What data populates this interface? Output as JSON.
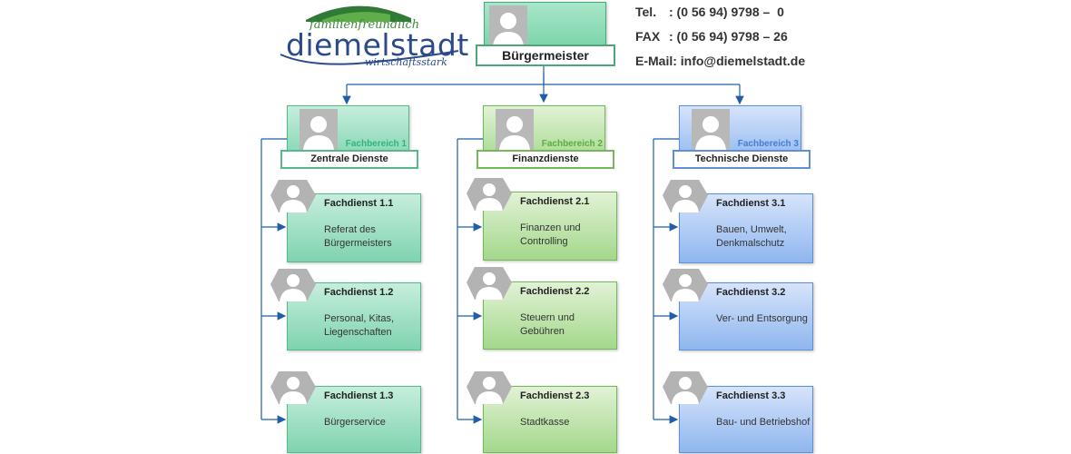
{
  "logo": {
    "top_text": "familienfreundlich",
    "main_text": "diemelstadt",
    "sub_text": "wirtschaftsstark"
  },
  "contact": {
    "tel_label": "Tel.",
    "tel_value": ": (0 56 94) 9798 –  0",
    "fax_label": "FAX",
    "fax_value": ": (0 56 94) 9798 – 26",
    "email_label": "E-Mail:",
    "email_value": "info@diemelstadt.de"
  },
  "mayor": {
    "title": "Bürgermeister"
  },
  "departments": [
    {
      "label": "Fachbereich 1",
      "title": "Zentrale Dienste",
      "label_color": "#2fb57a",
      "services": [
        {
          "head": "Fachdienst 1.1",
          "body": "Referat des Bürgermeisters"
        },
        {
          "head": "Fachdienst 1.2",
          "body": "Personal, Kitas, Liegenschaften"
        },
        {
          "head": "Fachdienst 1.3",
          "body": "Bürgerservice"
        }
      ]
    },
    {
      "label": "Fachbereich 2",
      "title": "Finanzdienste",
      "label_color": "#5aad3f",
      "services": [
        {
          "head": "Fachdienst 2.1",
          "body": "Finanzen und Controlling"
        },
        {
          "head": "Fachdienst 2.2",
          "body": "Steuern und Gebühren"
        },
        {
          "head": "Fachdienst 2.3",
          "body": "Stadtkasse"
        }
      ]
    },
    {
      "label": "Fachbereich 3",
      "title": "Technische Dienste",
      "label_color": "#3f7fd6",
      "services": [
        {
          "head": "Fachdienst 3.1",
          "body": "Bauen, Umwelt, Denkmalschutz"
        },
        {
          "head": "Fachdienst 3.2",
          "body": "Ver- und Entsorgung"
        },
        {
          "head": "Fachdienst 3.3",
          "body": "Bau- und Betriebshof"
        }
      ]
    }
  ],
  "colors": {
    "connector": "#1f5fa8",
    "mayor_fill": "#6fd0a3",
    "placeholder_gray": "#b3b3b3"
  }
}
